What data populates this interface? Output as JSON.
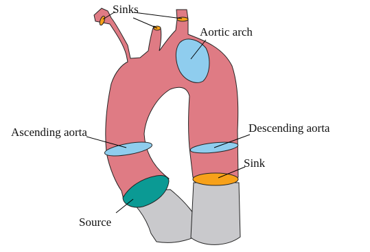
{
  "labels": {
    "sinks": "Sinks",
    "aortic_arch": "Aortic arch",
    "ascending_aorta": "Ascending aorta",
    "descending_aorta": "Descending aorta",
    "sink": "Sink",
    "source": "Source"
  },
  "colors": {
    "vessel": "#df7b84",
    "truncated_end": "#c9c9cc",
    "inflow_outflow_plane": "#8fcdee",
    "source_face": "#0b9a94",
    "sink_face": "#f7a11a",
    "outline": "#222222"
  }
}
